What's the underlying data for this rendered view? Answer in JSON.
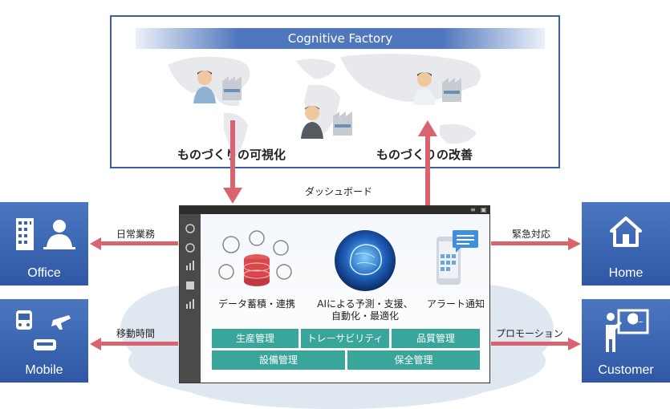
{
  "factory_panel": {
    "title": "Cognitive Factory",
    "left_caption": "ものづくりの可視化",
    "right_caption": "ものづくりの改善"
  },
  "dashboard": {
    "label": "ダッシュボード",
    "features": [
      {
        "label": "データ蓄積・連携"
      },
      {
        "label_line1": "AIによる予測・支援、",
        "label_line2": "自動化・最適化"
      },
      {
        "label": "アラート通知"
      }
    ],
    "functions_row1": [
      "生産管理",
      "トレーサビリティ",
      "品質管理"
    ],
    "functions_row2": [
      "設備管理",
      "保全管理"
    ]
  },
  "endpoints": {
    "office": {
      "label": "Office",
      "arrow_label": "日常業務"
    },
    "mobile": {
      "label": "Mobile",
      "arrow_label": "移動時間"
    },
    "home": {
      "label": "Home",
      "arrow_label": "緊急対応"
    },
    "customer": {
      "label": "Customer",
      "arrow_label": "プロモーション"
    }
  },
  "colors": {
    "panel_border": "#3b5fa6",
    "endpoint_box": "#3a62ad",
    "arrow": "#d9646f",
    "function_tile": "#3aa59a"
  }
}
